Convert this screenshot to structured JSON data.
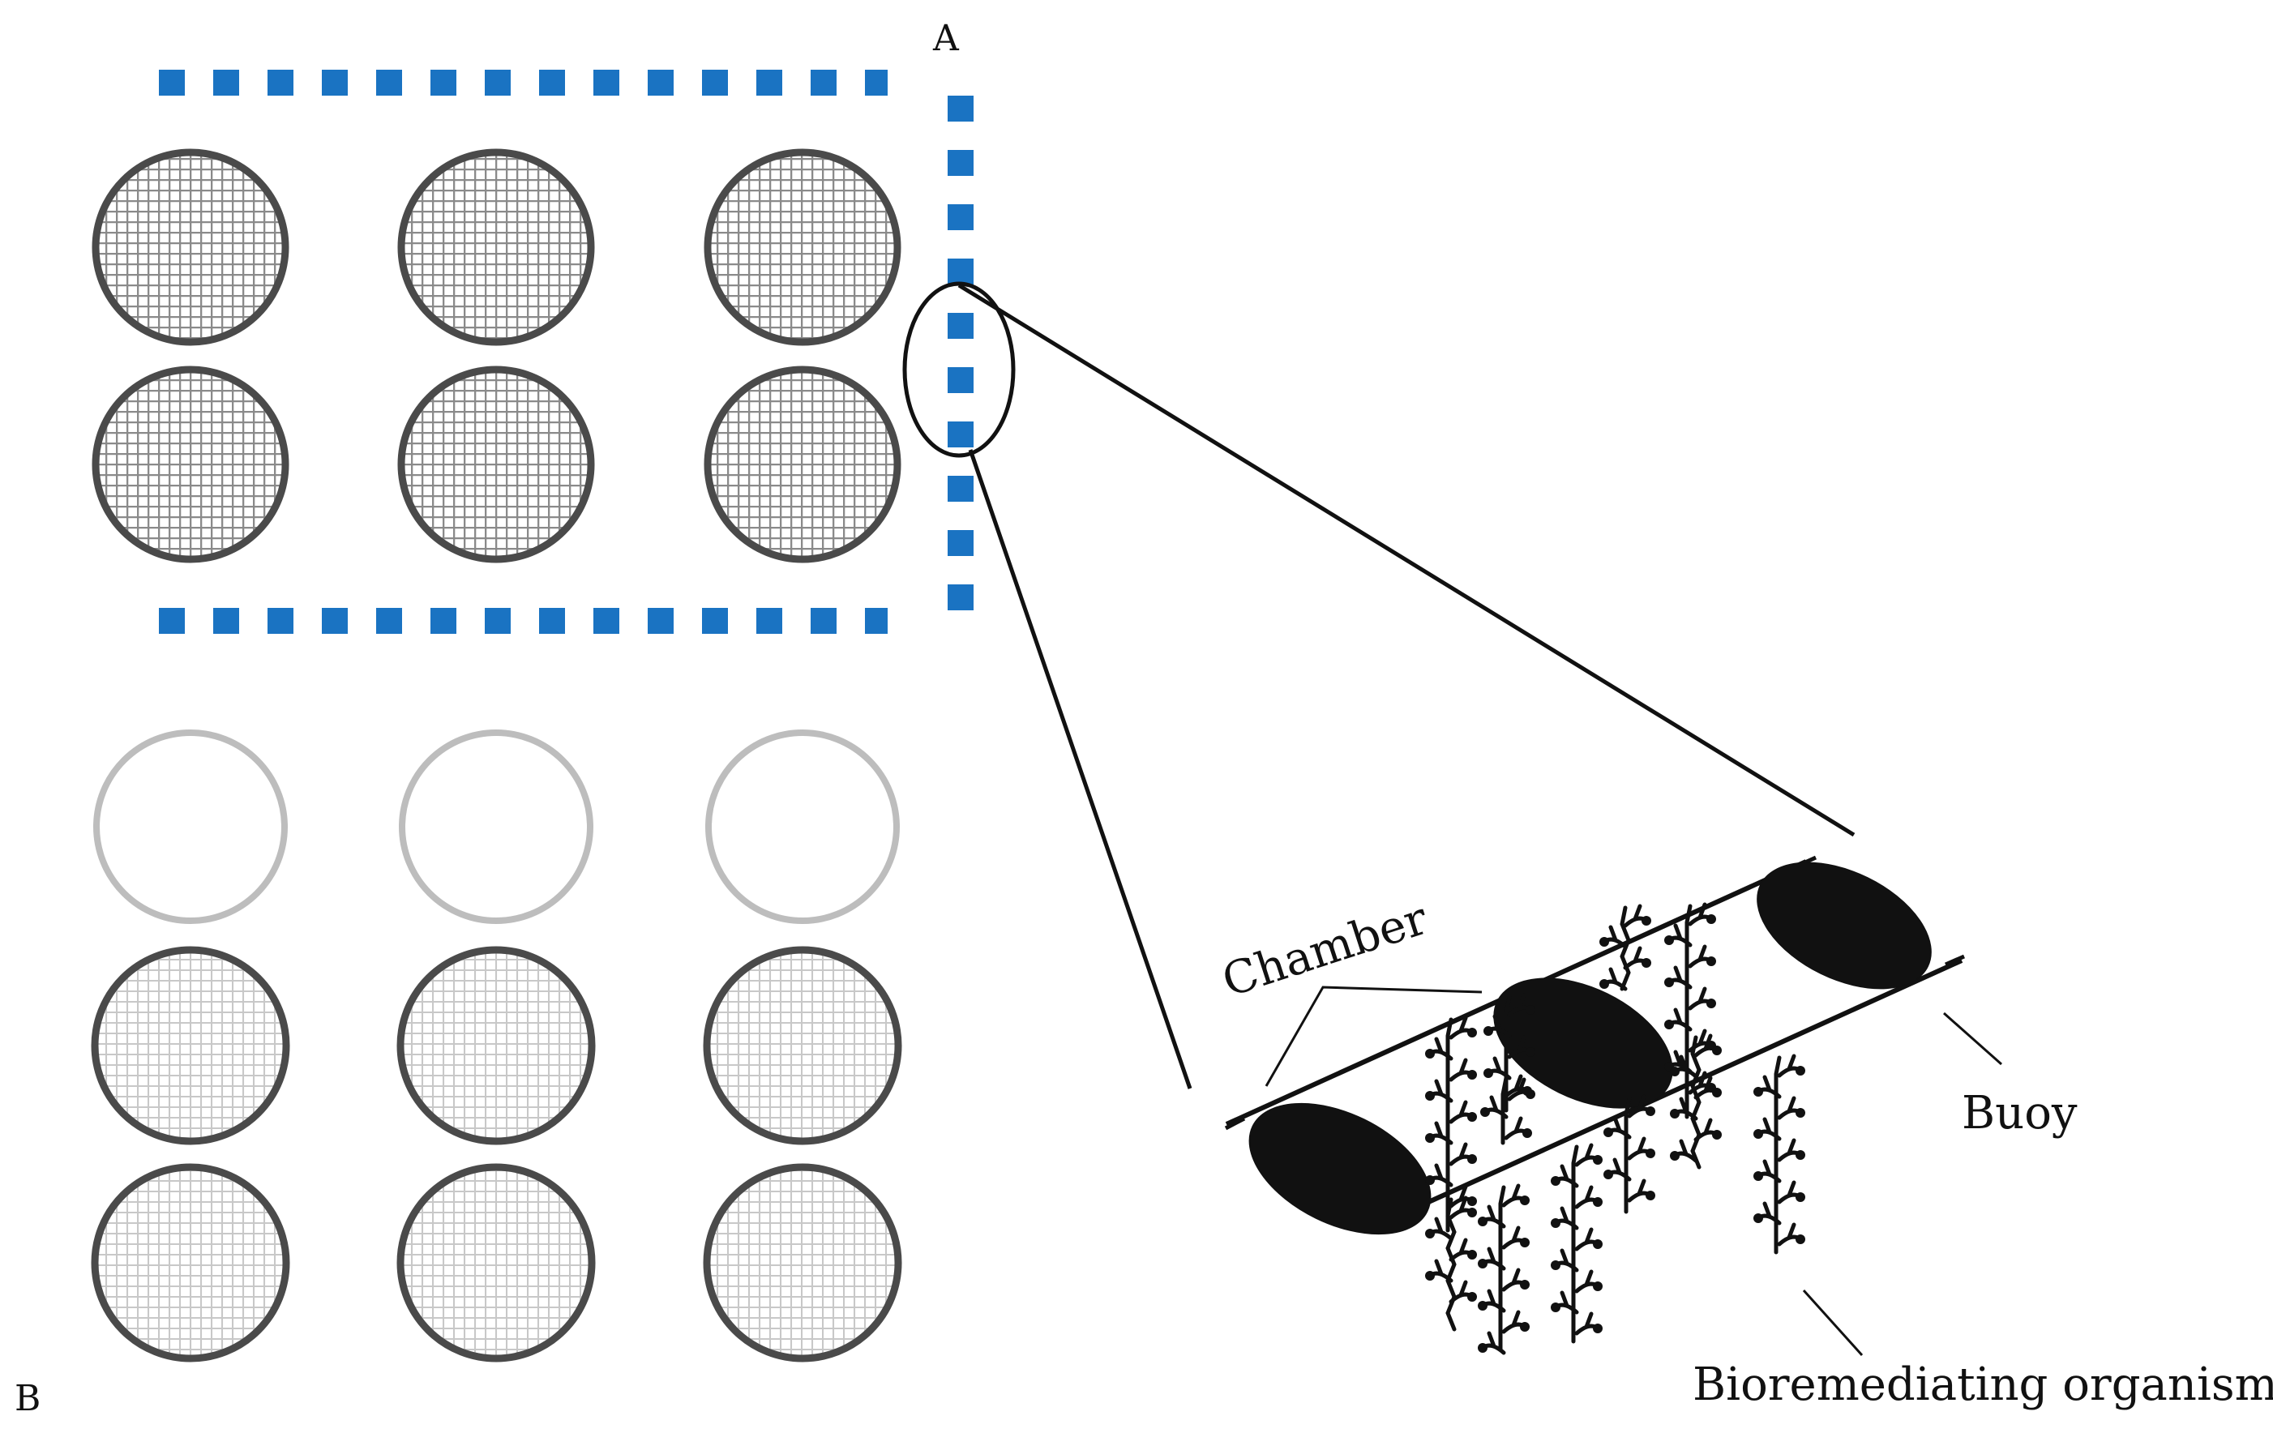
{
  "panel_labels": {
    "a": "A",
    "b": "B"
  },
  "labels": {
    "chamber": "Chamber",
    "buoy": "Buoy",
    "organisms": "Bioremediating organisms"
  },
  "colors": {
    "boom_dash": "#1a73c2",
    "ring_dark": "#4a4a4a",
    "ring_faint": "#bdbdbd",
    "buoy_fill": "#111111",
    "line": "#111111"
  }
}
